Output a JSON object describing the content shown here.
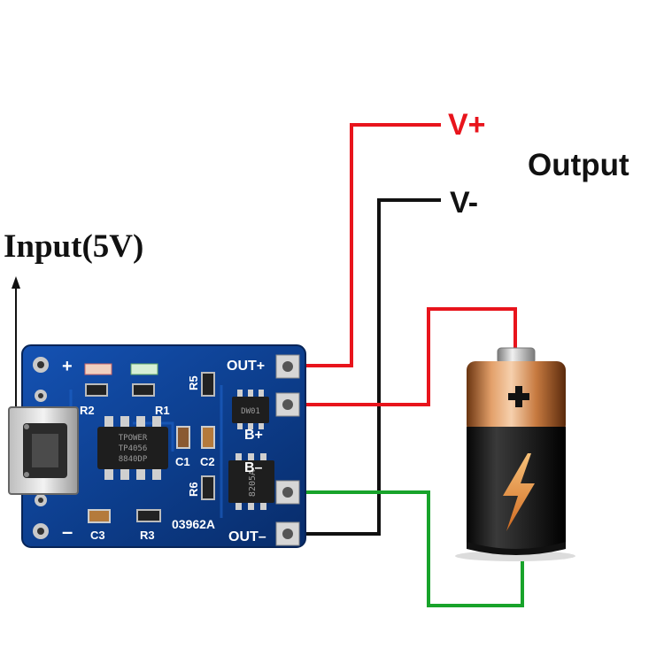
{
  "labels": {
    "input": "Input(5V)",
    "output": "Output",
    "v_plus": "V+",
    "v_minus": "V-"
  },
  "board": {
    "pad_plus": "+",
    "pad_minus": "–",
    "out_plus": "OUT+",
    "out_minus": "OUT–",
    "b_plus": "B+",
    "b_minus": "B–",
    "model": "03962A",
    "components": {
      "r1": "R1",
      "r2": "R2",
      "r3": "R3",
      "r5": "R5",
      "r6": "R6",
      "c1": "C1",
      "c2": "C2",
      "c3": "C3"
    },
    "chip_main": {
      "line1": "TPOWER",
      "line2": "TP4056",
      "line3": "8840DP"
    },
    "chip_small": "DW01",
    "chip_mosfet": "8205A"
  },
  "colors": {
    "positive_wire": "#e8141c",
    "negative_wire": "#111111",
    "ground_wire": "#18a32a",
    "board": "#0d3f8f"
  }
}
